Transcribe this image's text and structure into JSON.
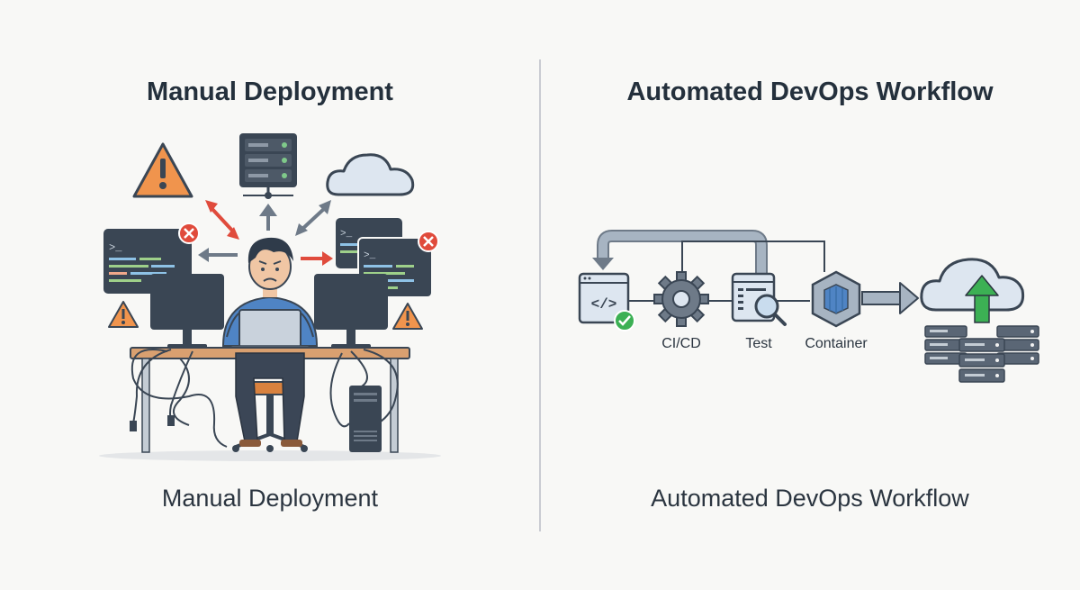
{
  "left": {
    "heading": "Manual Deployment",
    "caption": "Manual Deployment",
    "terminal_prompt": ">_"
  },
  "right": {
    "heading": "Automated DevOps Workflow",
    "caption": "Automated DevOps Workflow",
    "code_symbol": "</>",
    "steps": [
      {
        "label": "CI/CD"
      },
      {
        "label": "Test"
      },
      {
        "label": "Container"
      }
    ]
  },
  "colors": {
    "dark_navy": "#3a4654",
    "warning_orange": "#f0944d",
    "error_red": "#e04b3c",
    "success_green": "#3cb054",
    "cloud_blue": "#dde6f0",
    "shirt_blue": "#4f84c4",
    "desk_wood": "#d9a070"
  }
}
